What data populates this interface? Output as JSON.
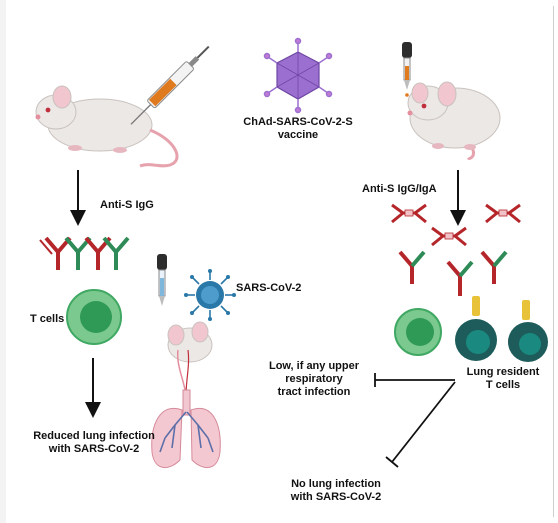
{
  "vaccine": {
    "line1": "ChAd-SARS-CoV-2-S",
    "line2": "vaccine"
  },
  "left": {
    "antibody_label": "Anti-S IgG",
    "tcell_label": "T cells",
    "outcome_line1": "Reduced lung infection",
    "outcome_line2": "with SARS-CoV-2"
  },
  "middle": {
    "virus_label": "SARS-CoV-2"
  },
  "right": {
    "antibody_label": "Anti-S IgG/IgA",
    "tcell_line1": "Lung resident",
    "tcell_line2": "T cells",
    "upper_line1": "Low, if any upper",
    "upper_line2": "respiratory",
    "upper_line3": "tract infection",
    "lung_line1": "No lung infection",
    "lung_line2": "with SARS-CoV-2"
  },
  "colors": {
    "antibody_red": "#b5262a",
    "antibody_green": "#2e8b57",
    "tcell_green": "#3fa862",
    "tcell_dark": "#1d5c5a",
    "virus_blue": "#2a78a8",
    "vaccine_purple": "#9b6fd0",
    "syringe_orange": "#e07a1f",
    "lung_pink": "#d58a9a"
  },
  "icons": [
    "mouse-icon",
    "syringe-icon",
    "vaccine-virion-icon",
    "dropper-icon",
    "antibody-icon",
    "iga-dimer-icon",
    "t-cell-icon",
    "coronavirus-icon",
    "mouse-respiratory-tract-icon",
    "lungs-icon"
  ]
}
